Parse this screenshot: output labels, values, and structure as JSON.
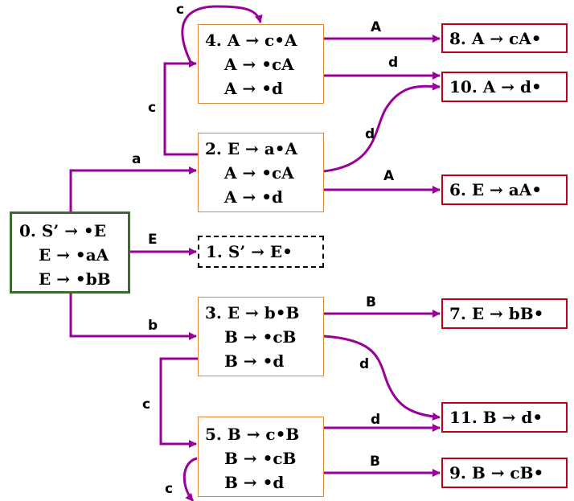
{
  "colors": {
    "arrow": "#990099",
    "start_border": "#3c6b2f",
    "final_border": "#c0001a",
    "state_border": "#d98a3a"
  },
  "states": {
    "s0": {
      "lines": [
        "0. S’ → •E",
        "E → •aA",
        "E → •bB"
      ]
    },
    "s1": {
      "lines": [
        "1. S’ → E•"
      ]
    },
    "s2": {
      "lines": [
        "2. E → a•A",
        "A → •cA",
        "A → •d"
      ]
    },
    "s3": {
      "lines": [
        "3. E → b•B",
        "B → •cB",
        "B → •d"
      ]
    },
    "s4": {
      "lines": [
        "4. A → c•A",
        "A → •cA",
        "A → •d"
      ]
    },
    "s5": {
      "lines": [
        "5. B → c•B",
        "B → •cB",
        "B → •d"
      ]
    },
    "s6": {
      "lines": [
        "6. E → aA•"
      ]
    },
    "s7": {
      "lines": [
        "7. E → bB•"
      ]
    },
    "s8": {
      "lines": [
        "8. A → cA•"
      ]
    },
    "s9": {
      "lines": [
        "9. B → cB•"
      ]
    },
    "s10": {
      "lines": [
        "10. A → d•"
      ]
    },
    "s11": {
      "lines": [
        "11. B → d•"
      ]
    }
  },
  "edges": {
    "e4_self": "c",
    "e4_8": "A",
    "e4_10": "d",
    "e2_4": "c",
    "e0_2": "a",
    "e2_10": "d",
    "e2_6": "A",
    "e0_1": "E",
    "e3_7": "B",
    "e0_3": "b",
    "e3_11": "d",
    "e3_5": "c",
    "e5_11": "d",
    "e5_9": "B",
    "e5_self": "c"
  }
}
